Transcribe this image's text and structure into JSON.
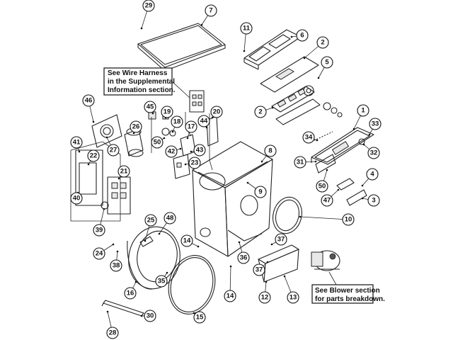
{
  "notes": {
    "wire_harness": [
      "See Wire Harness",
      "in the Supplemental",
      "Information section."
    ],
    "blower": [
      "See Blower section",
      "for parts breakdown."
    ]
  },
  "callouts": {
    "c1": "1",
    "c2a": "2",
    "c2b": "2",
    "c3": "3",
    "c4": "4",
    "c5": "5",
    "c6": "6",
    "c7": "7",
    "c8": "8",
    "c9": "9",
    "c10": "10",
    "c11": "11",
    "c12": "12",
    "c13": "13",
    "c14a": "14",
    "c14b": "14",
    "c15": "15",
    "c16": "16",
    "c17": "17",
    "c18": "18",
    "c19": "19",
    "c20": "20",
    "c21": "21",
    "c22": "22",
    "c23": "23",
    "c24": "24",
    "c25": "25",
    "c26": "26",
    "c27": "27",
    "c28": "28",
    "c29": "29",
    "c30": "30",
    "c31": "31",
    "c32": "32",
    "c33": "33",
    "c34": "34",
    "c35": "35",
    "c36": "36",
    "c37a": "37",
    "c37b": "37",
    "c38": "38",
    "c39": "39",
    "c40": "40",
    "c41": "41",
    "c42": "42",
    "c43": "43",
    "c44": "44",
    "c45": "45",
    "c46": "46",
    "c47": "47",
    "c48": "48",
    "c50a": "50",
    "c50b": "50"
  }
}
